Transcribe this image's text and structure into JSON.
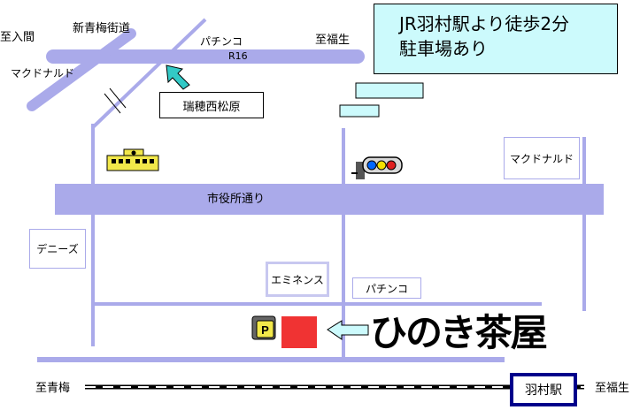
{
  "colors": {
    "road": "#aaaaea",
    "road_dark": "#9b9bdf",
    "info_box": "#ccfafc",
    "accent_blue": "#00008b",
    "shop": "#f03333",
    "arrow_cyan": "#33c9c6"
  },
  "info": {
    "line1": "JR羽村駅より徒歩2分",
    "line2": "駐車場あり"
  },
  "labels": {
    "to_iruma": "至入間",
    "shin_oume_kaido": "新青梅街道",
    "pachinko_top": "パチンコ",
    "to_fussa_top": "至福生",
    "r16": "R16",
    "mcdonalds_left": "マクドナルド",
    "mizuho_nishimatsubara": "瑞穂西松原",
    "mcdonalds_right": "マクドナルド",
    "shiyakusho_dori": "市役所通り",
    "dennys": "デニーズ",
    "eminence": "エミネンス",
    "pachinko_mid": "パチンコ",
    "shop_name": "ひのき茶屋",
    "to_oume": "至青梅",
    "hamura_station": "羽村駅",
    "to_fussa_bottom": "至福生"
  },
  "icons": {
    "school": "school-icon",
    "traffic_light": "traffic-light-icon",
    "parking": "parking-icon"
  }
}
